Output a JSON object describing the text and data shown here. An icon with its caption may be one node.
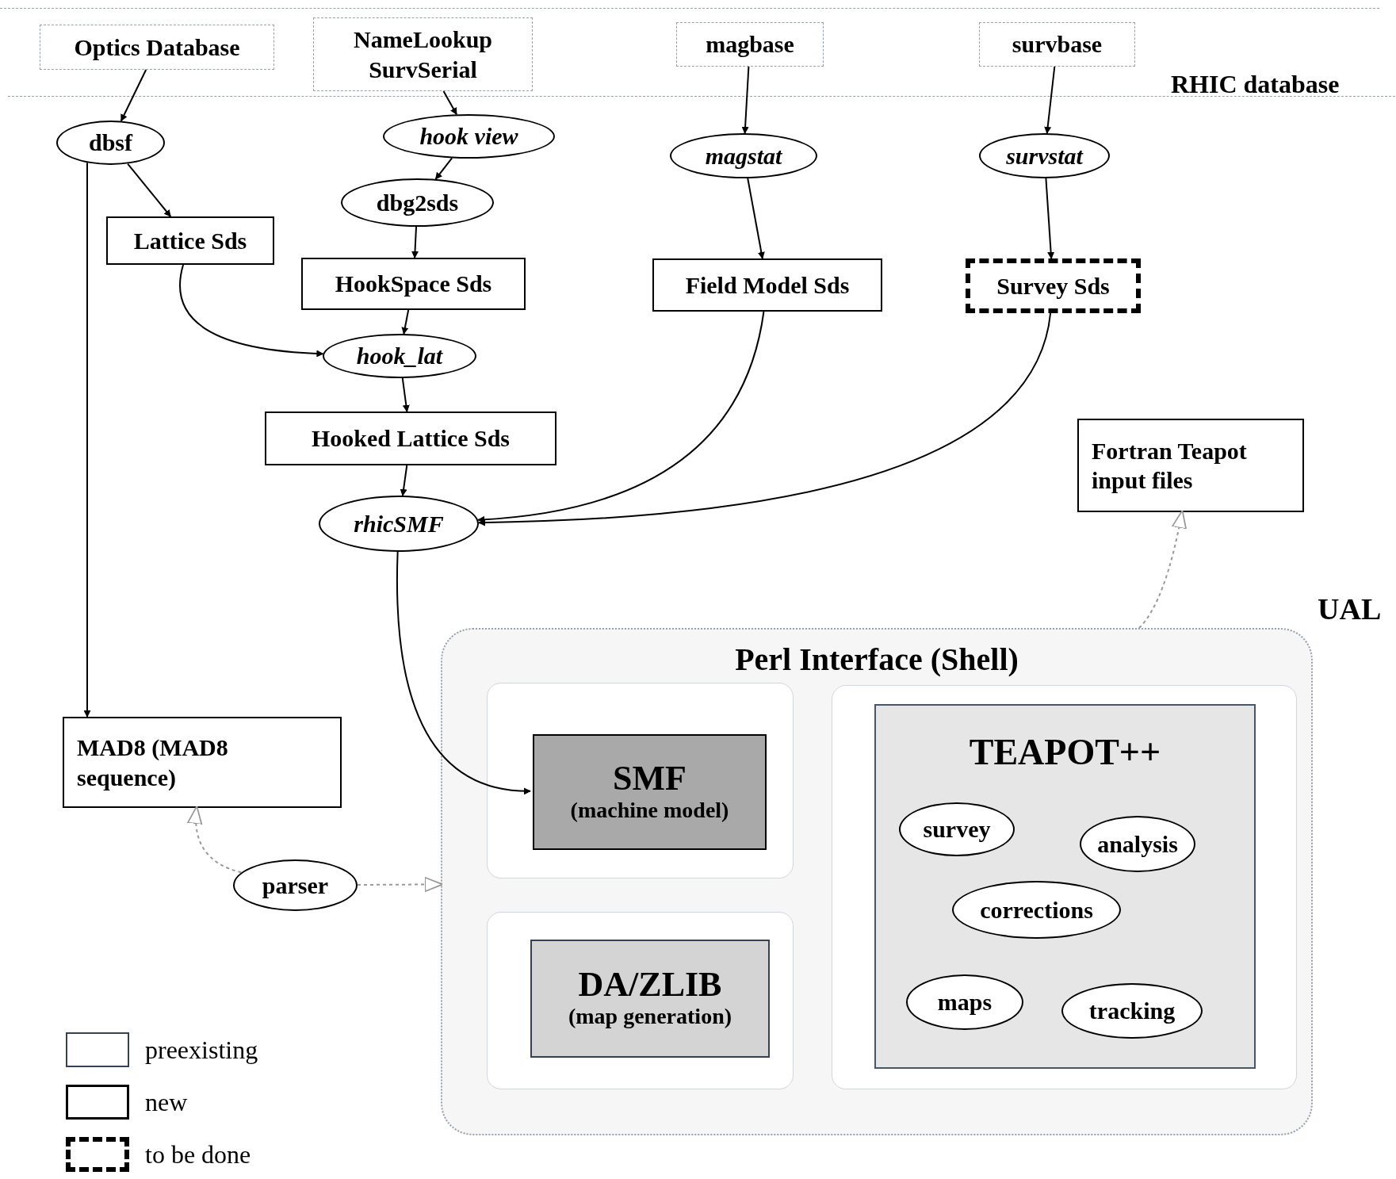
{
  "diagram": {
    "nodes": [
      {
        "text": [
          "Optics Database"
        ]
      },
      {
        "text": [
          "NameLookup SurvSerial"
        ]
      },
      {
        "text": [
          "magbase"
        ]
      },
      {
        "text": [
          "survbase"
        ]
      },
      {
        "text": [
          "dbsf"
        ]
      },
      {
        "text": [
          "hook view"
        ]
      },
      {
        "text": [
          "magstat"
        ]
      },
      {
        "text": [
          "survstat"
        ]
      },
      {
        "text": [
          "Lattice Sds"
        ]
      },
      {
        "text": [
          "dbg2sds"
        ]
      },
      {
        "text": [
          "HookSpace Sds"
        ]
      },
      {
        "text": [
          "Field Model Sds"
        ]
      },
      {
        "text": [
          "Survey Sds"
        ]
      },
      {
        "text": [
          "hook_lat"
        ]
      },
      {
        "text": [
          "Hooked Lattice Sds"
        ]
      },
      {
        "text": [
          "rhicSMF"
        ]
      },
      {
        "text": [
          "Fortran Teapot input files"
        ]
      },
      {
        "text": [
          "MAD8 (MAD8 sequence)"
        ]
      },
      {
        "text": [
          "parser"
        ]
      },
      {
        "text": [
          "Perl Interface (Shell)"
        ]
      },
      {
        "text": [],
        "shape": "box",
        "in": 19
      },
      {
        "text": [
          "SMF",
          "(machine model)"
        ],
        "in": 20
      },
      {
        "text": [],
        "shape": "box",
        "in": 19
      },
      {
        "text": [
          "DA/ZLIB",
          "(map generation)"
        ],
        "in": 22
      },
      {
        "text": [],
        "shape": "box",
        "in": 19
      },
      {
        "text": [
          "TEAPOT++"
        ],
        "in": 24
      },
      {
        "text": [
          "survey"
        ],
        "in": 25
      },
      {
        "text": [
          "analysis"
        ],
        "in": 25
      },
      {
        "text": [
          "corrections"
        ],
        "in": 25
      },
      {
        "text": [
          "maps"
        ],
        "in": 25
      },
      {
        "text": [
          "tracking"
        ],
        "in": 25
      }
    ],
    "edges": [
      {
        "from": 0,
        "to": 4,
        "arrow": "to"
      },
      {
        "from": 1,
        "to": 5,
        "arrow": "to"
      },
      {
        "from": 2,
        "to": 6,
        "arrow": "to"
      },
      {
        "from": 3,
        "to": 7,
        "arrow": "to"
      },
      {
        "from": 4,
        "to": 8,
        "arrow": "to"
      },
      {
        "from": 4,
        "to": 17,
        "arrow": "to"
      },
      {
        "from": 5,
        "to": 9,
        "arrow": "to"
      },
      {
        "from": 9,
        "to": 10,
        "arrow": "to"
      },
      {
        "from": 10,
        "to": 13,
        "arrow": "to"
      },
      {
        "from": 8,
        "to": 13,
        "arrow": "to"
      },
      {
        "from": 13,
        "to": 14,
        "arrow": "to"
      },
      {
        "from": 14,
        "to": 15,
        "arrow": "to"
      },
      {
        "from": 11,
        "to": 15,
        "arrow": "to"
      },
      {
        "from": 12,
        "to": 15,
        "arrow": "to"
      },
      {
        "from": 6,
        "to": 11,
        "arrow": "to"
      },
      {
        "from": 7,
        "to": 12,
        "arrow": "to"
      },
      {
        "from": 15,
        "to": 21,
        "arrow": "to"
      },
      {
        "from": 18,
        "to": 17,
        "arrow": "to",
        "style": "dashed",
        "color": "#999999"
      },
      {
        "from": 18,
        "to": 19,
        "arrow": "to",
        "style": "dashed",
        "color": "#999999"
      },
      {
        "from": 19,
        "to": 16,
        "arrow": "to",
        "style": "dashed",
        "color": "#999999"
      }
    ],
    "labels": [
      "RHIC database",
      "UAL"
    ],
    "legend": [
      {
        "text": "preexisting"
      },
      {
        "text": "new"
      },
      {
        "text": "to be done"
      }
    ]
  }
}
